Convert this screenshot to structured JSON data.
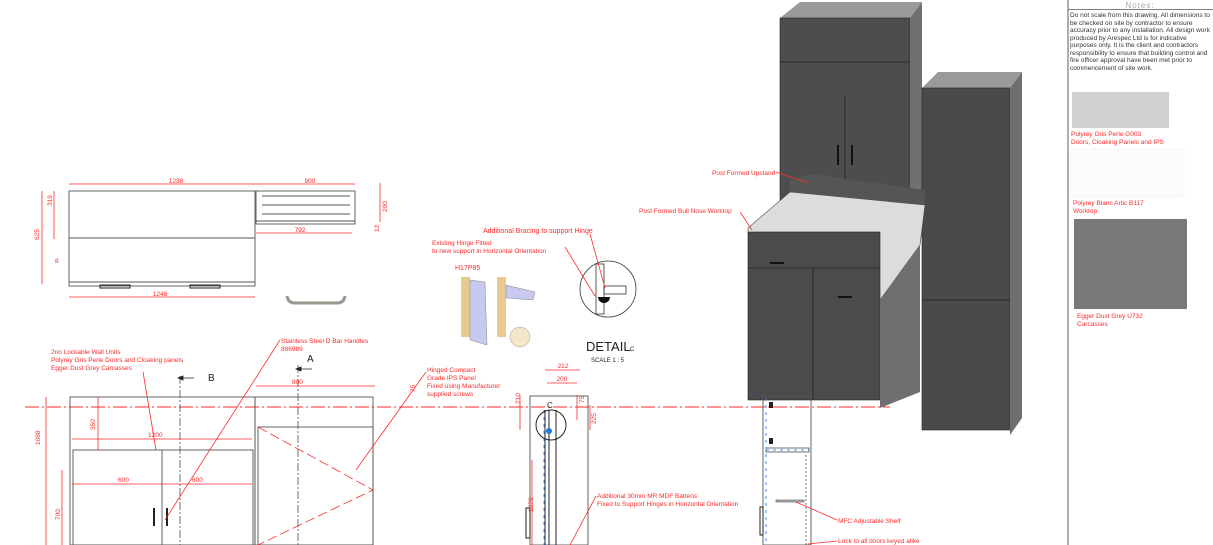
{
  "notes_panel": {
    "title": "Notes:",
    "text_lines": [
      "Do not scale from this drawing. All dimensions to be checked on site by",
      "contractor to ensure accuracy prior to any installation. All design work produced",
      "by Arespec Ltd is for indicative purposes only. It is the client and contractors",
      "responsibility to ensure that building control and fire officer approval have been",
      "met prior to commencement of site work."
    ],
    "swatches": [
      {
        "line1": "Polyrey Gris Perle G003",
        "line2": "Doors, Cloaking Panels and IPS",
        "color": "#d0d0d2"
      },
      {
        "line1": "Polyrey Blanc Artic B117",
        "line2": "Worktop",
        "color": "#fcfcfc"
      },
      {
        "line1": "Egger Dust Grey U732",
        "line2": "Carcasses",
        "color": "#7a7978"
      }
    ]
  },
  "plan_view": {
    "dims": {
      "d1238": "1238",
      "d800": "800",
      "d319": "319",
      "d625": "625",
      "d8": "8",
      "d792": "792",
      "d200": "200",
      "d12": "12",
      "d1246": "1246"
    }
  },
  "detail": {
    "title": "DETAIL",
    "suffix": "C",
    "scale": "SCALE 1 : 5",
    "hinge_code": "H17P85",
    "label_bracing": "Additional Bracing to support Hinge",
    "label_existing_1": "Existing Hinge Fitted",
    "label_existing_2": "to new support in Horizontal Orientation"
  },
  "iso_view": {
    "label_upstand": "Post Formed Upstand",
    "label_worktop": "Post Formed Bull Nose Worktop"
  },
  "elevation": {
    "section_b": "B",
    "section_a": "A",
    "section_c": "C",
    "wall_units_1": "2no Lockable Wall Units",
    "wall_units_2": "Polyrey Gris Perle Doors and Cloaking panels",
    "wall_units_3": "Egger Dust Grey Carcasses",
    "handles_1": "Stainless Steel D Bar Handles",
    "handles_2": "886989",
    "ips_1": "Hinged Compact",
    "ips_2": "Grade IPS Panel",
    "ips_3": "Fixed using Manufacturer",
    "ips_4": "supplied screws",
    "battens_1": "Additional 30mm MR MDF Battens",
    "battens_2": "Fixed to Support Hinges in Horizontal Orientation",
    "shelf": "MFC Adjustable Shelf",
    "lock": "Lock to all doors keyed alike",
    "dims": {
      "d1088": "1088",
      "d350": "350",
      "d1200": "1200",
      "d600a": "600",
      "d600b": "600",
      "d700": "700",
      "d800": "800",
      "d75a": "75",
      "d212": "212",
      "d200": "200",
      "d210": "210",
      "d75b": "75",
      "d225": "225",
      "d1070": "1070"
    }
  }
}
